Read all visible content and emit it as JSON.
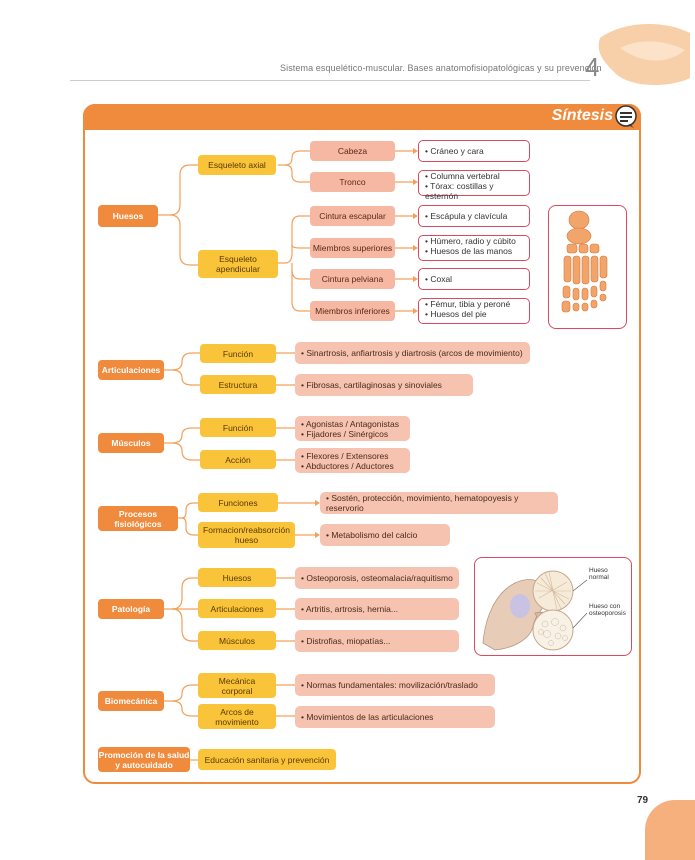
{
  "header": {
    "running_title": "Sistema esquelético-muscular. Bases anatomofisiopatológicas y su prevención",
    "chapter": "4"
  },
  "panel": {
    "title": "Síntesis"
  },
  "sections": {
    "huesos": {
      "label": "Huesos",
      "axial": {
        "label": "Esqueleto axial",
        "cabeza": {
          "label": "Cabeza",
          "detail": "• Cráneo y cara"
        },
        "tronco": {
          "label": "Tronco",
          "detail1": "• Columna vertebral",
          "detail2": "• Tórax: costillas y esternón"
        }
      },
      "apendicular": {
        "label1": "Esqueleto",
        "label2": "apendicular",
        "cintura_escapular": {
          "label": "Cintura escapular",
          "detail": "• Escápula y clavícula"
        },
        "miembros_superiores": {
          "label": "Miembros superiores",
          "detail1": "• Húmero, radio y cúbito",
          "detail2": "• Huesos de las manos"
        },
        "cintura_pelviana": {
          "label": "Cintura pelviana",
          "detail": "• Coxal"
        },
        "miembros_inferiores": {
          "label": "Miembros inferiores",
          "detail1": "• Fémur, tibia y peroné",
          "detail2": "• Huesos del pie"
        }
      }
    },
    "articulaciones": {
      "label": "Articulaciones",
      "funcion": {
        "label": "Función",
        "detail": "• Sinartrosis, anfiartrosis y diartrosis (arcos de movimiento)"
      },
      "estructura": {
        "label": "Estructura",
        "detail": "• Fibrosas, cartilaginosas y sinoviales"
      }
    },
    "musculos": {
      "label": "Músculos",
      "funcion": {
        "label": "Función",
        "detail1": "• Agonistas / Antagonistas",
        "detail2": "• Fijadores / Sinérgicos"
      },
      "accion": {
        "label": "Acción",
        "detail1": "• Flexores / Extensores",
        "detail2": "• Abductores / Aductores"
      }
    },
    "procesos": {
      "label1": "Procesos",
      "label2": "fisiológicos",
      "funciones": {
        "label": "Funciones",
        "detail": "• Sostén, protección, movimiento, hematopoyesis y reservorio"
      },
      "formacion": {
        "label1": "Formacion/reabsorción",
        "label2": "hueso",
        "detail": "• Metabolismo del calcio"
      }
    },
    "patologia": {
      "label": "Patología",
      "huesos": {
        "label": "Huesos",
        "detail": "• Osteoporosis, osteomalacia/raquitismo"
      },
      "articulaciones": {
        "label": "Articulaciones",
        "detail": "• Artritis, artrosis, hernia..."
      },
      "musculos": {
        "label": "Músculos",
        "detail": "• Distrofias, miopatías..."
      },
      "figure": {
        "label_normal1": "Hueso",
        "label_normal2": "normal",
        "label_osteo1": "Hueso con",
        "label_osteo2": "osteoporosis"
      }
    },
    "biomecanica": {
      "label": "Biomecánica",
      "mecanica": {
        "label1": "Mecánica",
        "label2": "corporal",
        "detail": "• Normas fundamentales: movilización/traslado"
      },
      "arcos": {
        "label1": "Arcos de",
        "label2": "movimiento",
        "detail": "• Movimientos de las articulaciones"
      }
    },
    "promocion": {
      "label1": "Promoción de la salud",
      "label2": "y autocuidado",
      "detail": "Educación sanitaria y prevención"
    }
  },
  "page_number": "79",
  "colors": {
    "accent": "#f08a3c",
    "yellow": "#f9c43a",
    "pink": "#f6c3b0",
    "outline": "#d94a5f"
  }
}
